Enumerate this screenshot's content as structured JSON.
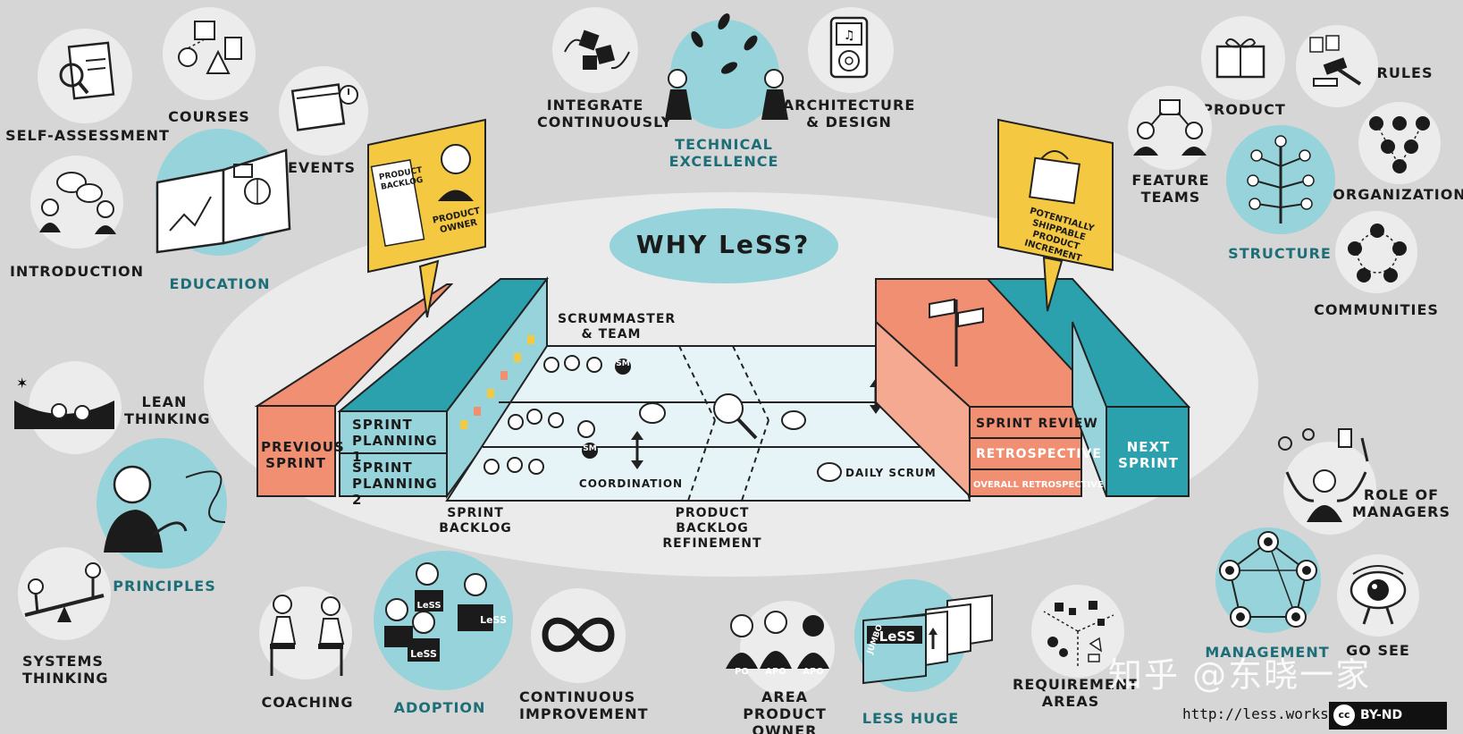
{
  "center": {
    "title": "WHY LeSS?"
  },
  "sprint": {
    "previous": "PREVIOUS SPRINT",
    "next": "NEXT SPRINT",
    "planning1": "SPRINT PLANNING 1",
    "planning2": "SPRINT PLANNING 2",
    "scrummaster_team": "SCRUMMASTER & TEAM",
    "coordination": "COORDINATION",
    "daily_scrum": "DAILY SCRUM",
    "sprint_backlog": "SPRINT BACKLOG",
    "pbr": "PRODUCT BACKLOG REFINEMENT",
    "review": "SPRINT REVIEW",
    "retrospective": "RETROSPECTIVE",
    "overall_retro": "OVERALL RETROSPECTIVE",
    "sm_badge": "SM",
    "product_backlog": "PRODUCT BACKLOG",
    "product_owner": "PRODUCT OWNER",
    "increment": "POTENTIALLY SHIPPABLE PRODUCT INCREMENT"
  },
  "topics": {
    "self_assessment": "SELF-ASSESSMENT",
    "courses": "COURSES",
    "events": "EVENTS",
    "introduction": "INTRODUCTION",
    "education": "EDUCATION",
    "integrate": "INTEGRATE CONTINUOUSLY",
    "technical_excellence": "TECHNICAL EXCELLENCE",
    "architecture": "ARCHITECTURE & DESIGN",
    "product": "PRODUCT",
    "rules": "RULES",
    "feature_teams": "FEATURE TEAMS",
    "organization": "ORGANIZATION",
    "structure": "STRUCTURE",
    "communities": "COMMUNITIES",
    "lean_thinking": "LEAN THINKING",
    "principles": "PRINCIPLES",
    "systems_thinking": "SYSTEMS THINKING",
    "coaching": "COACHING",
    "adoption": "ADOPTION",
    "continuous_improvement": "CONTINUOUS IMPROVEMENT",
    "area_product_owner": "AREA PRODUCT OWNER",
    "less_huge": "LESS HUGE",
    "requirement_areas": "REQUIREMENT AREAS",
    "role_of_managers": "ROLE OF MANAGERS",
    "management": "MANAGEMENT",
    "go_see": "GO SEE"
  },
  "badges": {
    "po": "PO",
    "apo": "APO",
    "less": "LeSS",
    "jumbo": "JUMBO"
  },
  "footer": {
    "url": "http://less.works",
    "license": "BY-ND",
    "cc": "cc",
    "watermark": "知乎 @东晓一家"
  },
  "colors": {
    "teal": "#96d3da",
    "salmon": "#f08f72",
    "yellow": "#f5c842",
    "dark_teal": "#1c6f78"
  }
}
